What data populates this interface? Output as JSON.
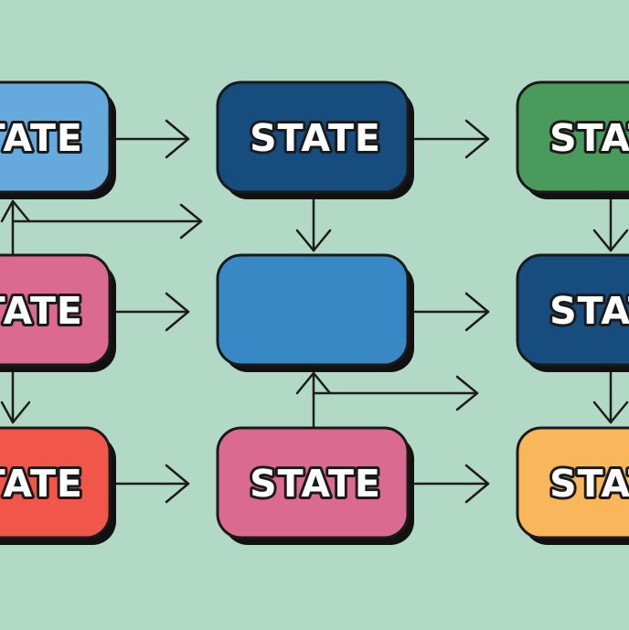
{
  "colors": {
    "background": "#b2d8c6",
    "light_blue": "#66a9dc",
    "navy": "#174c7e",
    "green": "#4a9a5e",
    "pink": "#db6a90",
    "blue": "#3888c6",
    "red": "#f0574a",
    "orange": "#f9b65a"
  },
  "nodes": [
    {
      "id": "r1c1",
      "label": "STATE",
      "color": "light_blue"
    },
    {
      "id": "r1c2",
      "label": "STATE",
      "color": "navy"
    },
    {
      "id": "r1c3",
      "label": "STATE",
      "color": "green"
    },
    {
      "id": "r2c1",
      "label": "STATE",
      "color": "pink"
    },
    {
      "id": "r2c2",
      "label": "",
      "color": "blue"
    },
    {
      "id": "r2c3",
      "label": "STATE",
      "color": "navy"
    },
    {
      "id": "r3c1",
      "label": "STATE",
      "color": "red"
    },
    {
      "id": "r3c2",
      "label": "STATE",
      "color": "pink"
    },
    {
      "id": "r3c3",
      "label": "STATE",
      "color": "orange"
    }
  ],
  "edges": [
    {
      "from": "r1c1",
      "to": "r1c2"
    },
    {
      "from": "r1c2",
      "to": "r1c3"
    },
    {
      "from": "r2c1",
      "to": "r2c2"
    },
    {
      "from": "r2c2",
      "to": "r2c3"
    },
    {
      "from": "r3c1",
      "to": "r3c2"
    },
    {
      "from": "r3c2",
      "to": "r3c3"
    },
    {
      "from": "r1c2",
      "to": "r2c2"
    },
    {
      "from": "r1c3",
      "to": "r2c3"
    },
    {
      "from": "r2c3",
      "to": "r3c3"
    },
    {
      "from": "r2c1",
      "to": "r3c1"
    },
    {
      "from": "r3c2",
      "to": "r2c2"
    },
    {
      "from": "r2c1",
      "to": "r1c1"
    }
  ]
}
